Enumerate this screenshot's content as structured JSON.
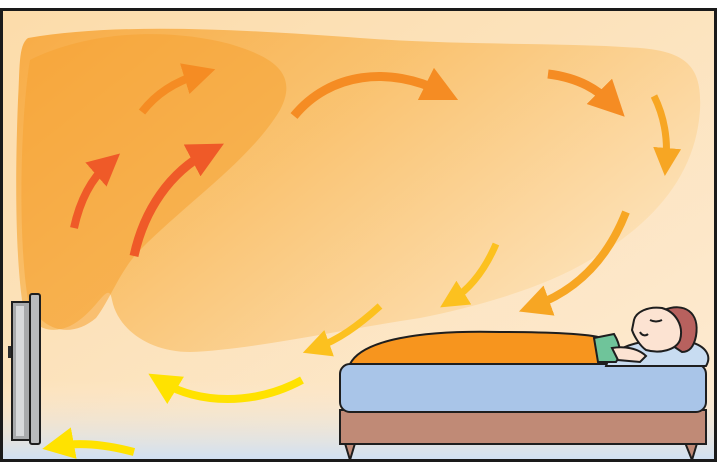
{
  "colors": {
    "frame": "#1a1a1a",
    "room_bg": "#fde7c8",
    "air_warm": "#f7ad3f",
    "air_light": "#fcd898",
    "floor_glow": "#dce9f6",
    "arrow_hot": "#ef5a28",
    "arrow_mid": "#f58c23",
    "arrow_warm": "#f7a623",
    "arrow_cool": "#fcc823",
    "arrow_yellow": "#ffe200",
    "heater_body": "#a8aaac",
    "heater_light": "#d7d9db",
    "bed_mattress": "#a9c5e8",
    "bed_frame": "#c08a76",
    "blanket": "#f7951e",
    "pillow": "#c8dcf1",
    "sleeve": "#6fc49a",
    "skin": "#fce3d2",
    "hair": "#b8615e"
  },
  "scene": {
    "elements": [
      "wall-heater",
      "warm-air-region",
      "convection-arrows",
      "bed",
      "sleeping-person"
    ],
    "arrow_flow": "clockwise-convection"
  }
}
